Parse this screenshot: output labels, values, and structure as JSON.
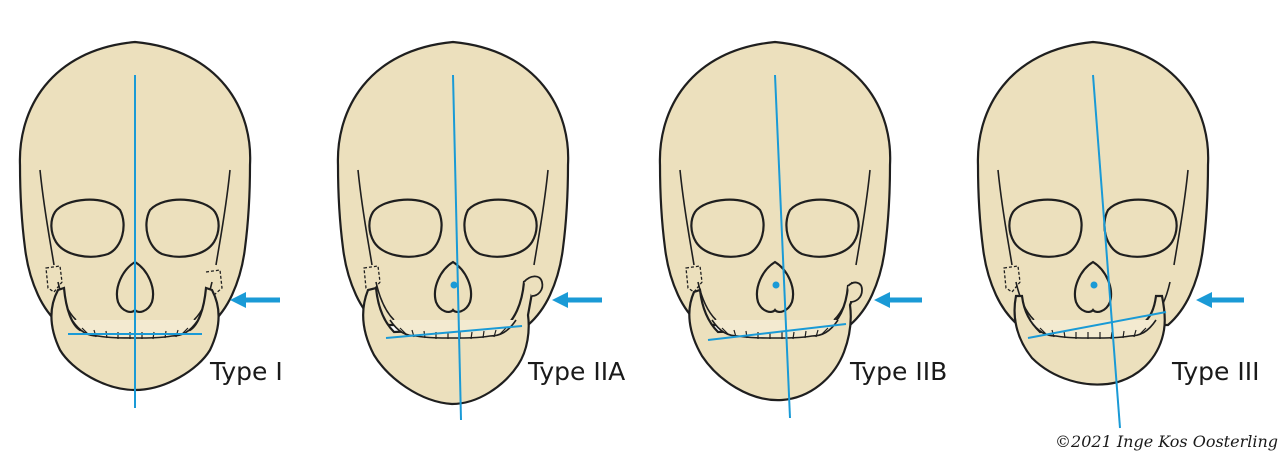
{
  "figure": {
    "panels": [
      {
        "label": "Type I"
      },
      {
        "label": "Type IIA"
      },
      {
        "label": "Type IIB"
      },
      {
        "label": "Type III"
      }
    ],
    "credit": "©2021 Inge Kos Oosterling"
  },
  "colors": {
    "bone": "#ece0bd",
    "outline": "#1f1f1f",
    "guide_line": "#1a9ad6",
    "arrow": "#1a9ad6",
    "background": "#ffffff"
  }
}
